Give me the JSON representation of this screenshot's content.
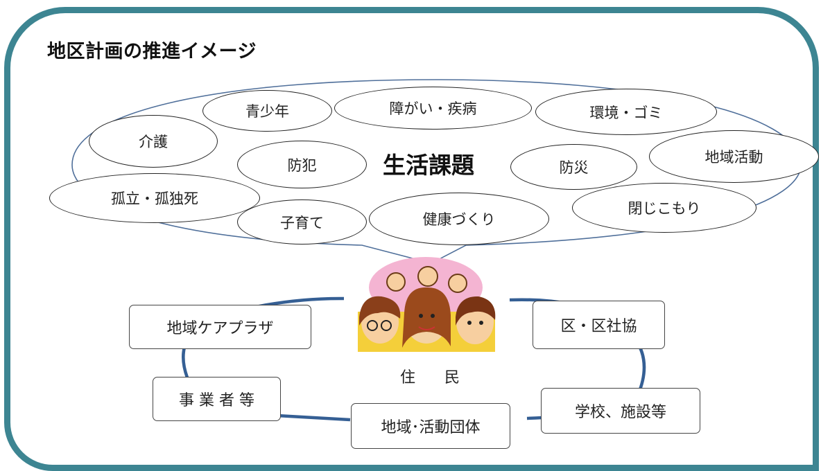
{
  "title": "地区計画の推進イメージ",
  "center_label": "生活課題",
  "issues": [
    "青少年",
    "障がい・疾病",
    "環境・ゴミ",
    "介護",
    "防犯",
    "防災",
    "地域活動",
    "孤立・孤独死",
    "子育て",
    "健康づくり",
    "閉じこもり"
  ],
  "residents_label": "住　民",
  "partners": [
    "地域ケアプラザ",
    "区・区社協",
    "事 業 者 等",
    "学校、施設等",
    "地域･活動団体"
  ],
  "colors": {
    "frame": "#3d8592",
    "ring": "#355f94",
    "bubble_stroke": "#4f6f9a",
    "pink": "#f4b4d2"
  }
}
